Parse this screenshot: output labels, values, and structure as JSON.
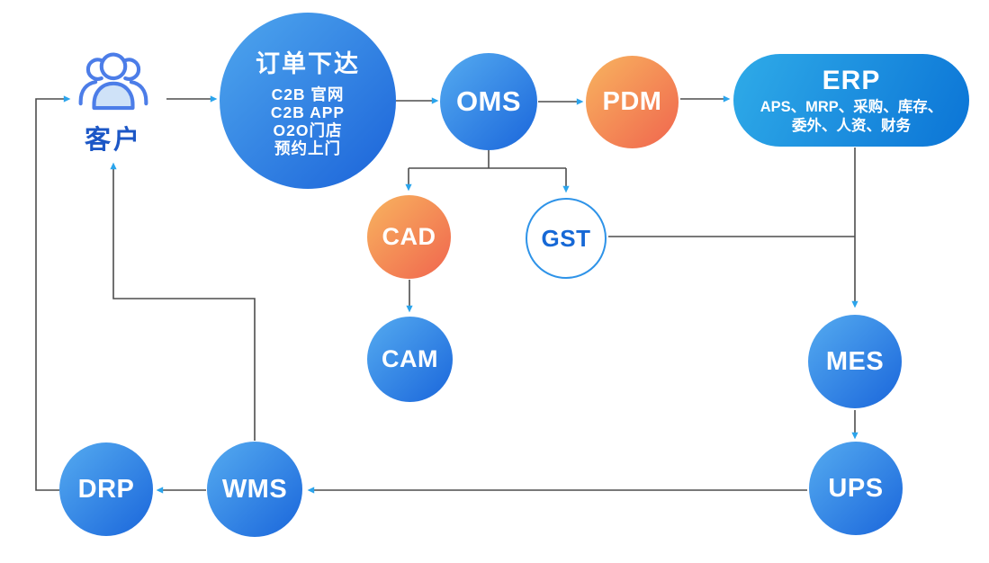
{
  "diagram": {
    "customer": {
      "label": "客户"
    },
    "order": {
      "title": "订单下达",
      "lines": [
        "C2B 官网",
        "C2B APP",
        "O2O门店",
        "预约上门"
      ]
    },
    "oms": {
      "label": "OMS"
    },
    "pdm": {
      "label": "PDM"
    },
    "erp": {
      "title": "ERP",
      "lines": [
        "APS、MRP、采购、库存、",
        "委外、人资、财务"
      ]
    },
    "cad": {
      "label": "CAD"
    },
    "gst": {
      "label": "GST"
    },
    "cam": {
      "label": "CAM"
    },
    "mes": {
      "label": "MES"
    },
    "ups": {
      "label": "UPS"
    },
    "wms": {
      "label": "WMS"
    },
    "drp": {
      "label": "DRP"
    }
  },
  "colors": {
    "blue_gradient_start": "#55ABF0",
    "blue_gradient_end": "#1A66DB",
    "orange_gradient_start": "#F8B45F",
    "orange_gradient_end": "#F0654E",
    "erp_gradient_start": "#2FABE8",
    "erp_gradient_end": "#0B74D6",
    "gst_border": "#2E93E8",
    "gst_text": "#1668D6",
    "connector_line": "#4D4D4D",
    "arrowhead": "#2AA4EC",
    "customer_text": "#1C57C6",
    "background": "#FFFFFF"
  }
}
